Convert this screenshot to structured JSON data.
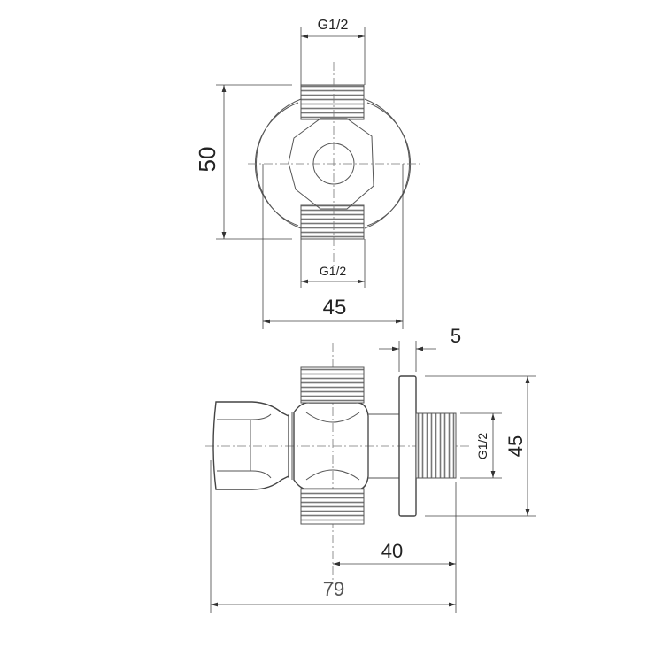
{
  "top_view": {
    "thread_top_label": "G1/2",
    "thread_bottom_label": "G1/2",
    "height_dim": "50",
    "width_dim": "45"
  },
  "side_view": {
    "flange_thickness_dim": "5",
    "flange_height_dim": "45",
    "outlet_thread_label": "G1/2",
    "outlet_length_dim": "40",
    "overall_length_dim": "79"
  }
}
